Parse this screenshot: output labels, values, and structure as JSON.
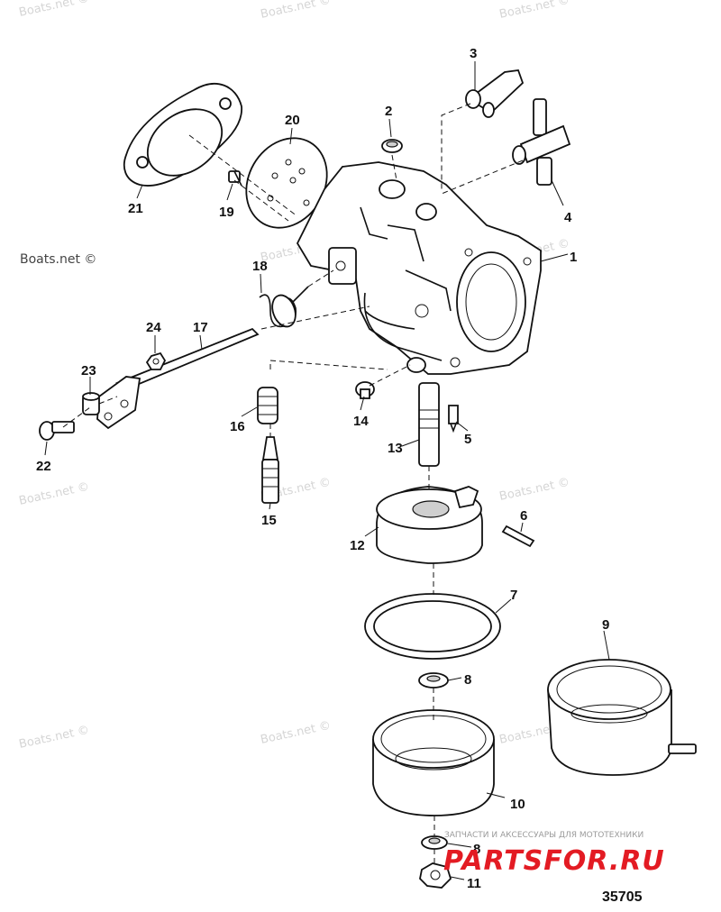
{
  "diagram": {
    "callouts": [
      "1",
      "2",
      "3",
      "4",
      "5",
      "6",
      "7",
      "8",
      "9",
      "10",
      "8",
      "11",
      "12",
      "13",
      "14",
      "15",
      "16",
      "17",
      "18",
      "19",
      "20",
      "21",
      "22",
      "23",
      "24"
    ],
    "diagram_number": "35705",
    "watermark": "Boats.net ©",
    "footer_banner": "ЗАПЧАСТИ И АКСЕССУАРЫ ДЛЯ МОТОТЕХНИКИ",
    "footer_brand": "PARTSFOR.RU"
  }
}
